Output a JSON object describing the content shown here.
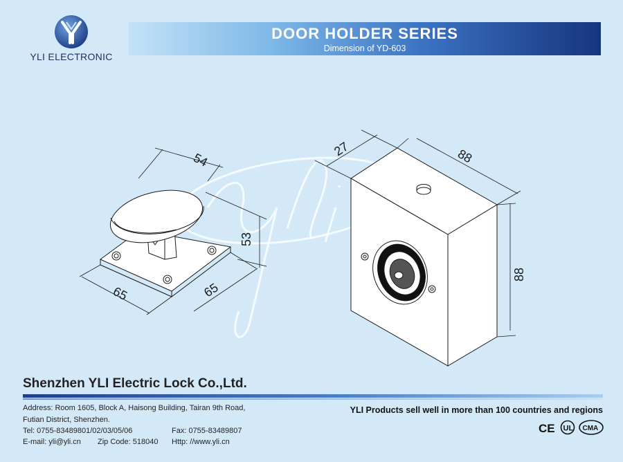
{
  "header": {
    "brand": "YLI ELECTRONIC",
    "title": "DOOR HOLDER SERIES",
    "subtitle": "Dimension of YD-603"
  },
  "drawing": {
    "watermark": "yli",
    "holder_dims": {
      "plate_depth": "54",
      "height": "53",
      "plate_width_left": "65",
      "plate_width_right": "65"
    },
    "magnet_dims": {
      "depth": "27",
      "width": "88",
      "height": "88"
    }
  },
  "footer": {
    "company": "Shenzhen YLI Electric Lock Co.,Ltd.",
    "address_line1": "Address: Room 1605, Block A, Haisong Building, Tairan 9th Road,",
    "address_line2": "Futian District, Shenzhen.",
    "tel": "Tel: 0755-83489801/02/03/05/06",
    "fax": "Fax: 0755-83489807",
    "email": "E-mail: yli@yli.cn",
    "zip": "Zip Code: 518040",
    "web": "Http: //www.yli.cn",
    "slogan": "YLI Products sell well in more than 100 countries and regions",
    "certifications": [
      "CE",
      "UL",
      "CMA"
    ]
  },
  "colors": {
    "background": "#d4e9f8",
    "banner_dark": "#17357f",
    "banner_light": "#c3e2f7",
    "line": "#1a1a1a"
  }
}
